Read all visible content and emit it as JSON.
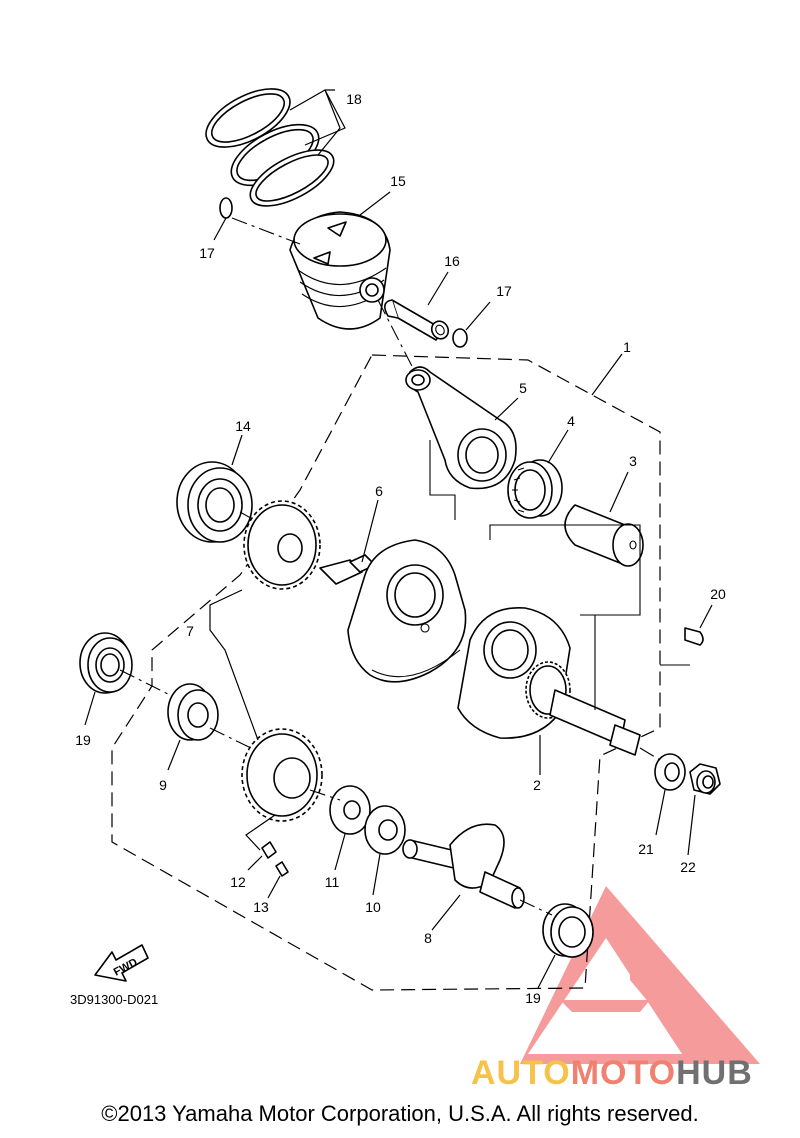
{
  "diagram": {
    "part_labels": {
      "p1": "1",
      "p2": "2",
      "p3": "3",
      "p4": "4",
      "p5": "5",
      "p6": "6",
      "p7": "7",
      "p8": "8",
      "p9": "9",
      "p10": "10",
      "p11": "11",
      "p12": "12",
      "p13": "13",
      "p14": "14",
      "p15": "15",
      "p16": "16",
      "p17a": "17",
      "p17b": "17",
      "p18": "18",
      "p19a": "19",
      "p19b": "19",
      "p20": "20",
      "p21": "21",
      "p22": "22"
    },
    "fwd_label": "FWD",
    "diagram_code": "3D91300-D021"
  },
  "watermark": {
    "auto": "AUTO",
    "moto": "MOTO",
    "hub": "HUB",
    "colors": {
      "auto": "#f6c24a",
      "moto": "#f08070",
      "hub": "#707070",
      "triangle": "#ee4b4b"
    }
  },
  "footer": {
    "copyright": "©2013 Yamaha Motor Corporation, U.S.A. All rights reserved."
  }
}
